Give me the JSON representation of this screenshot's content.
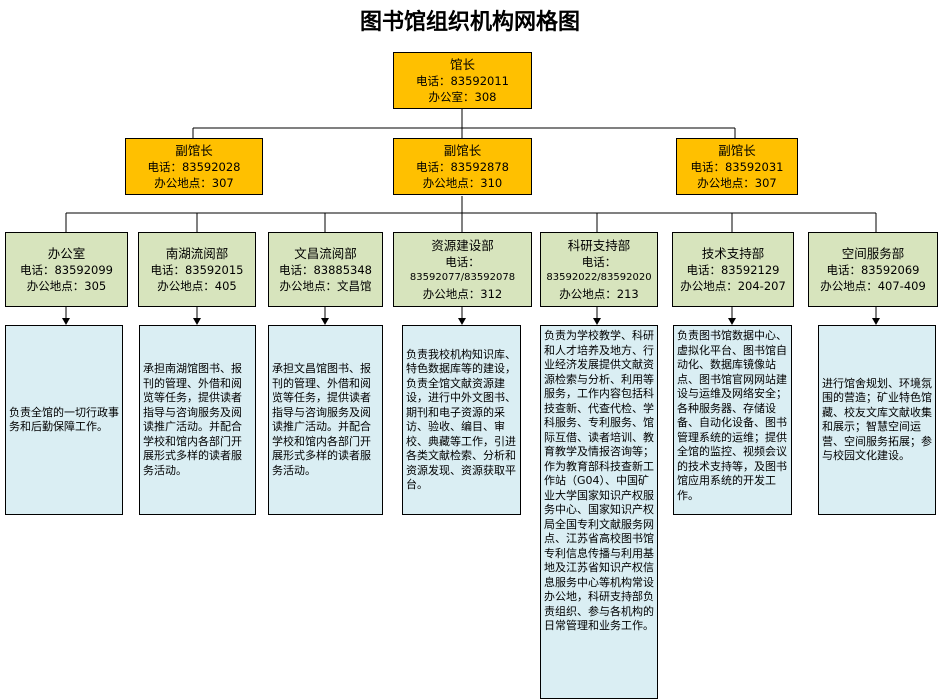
{
  "title": "图书馆组织机构网格图",
  "director": {
    "name": "馆长",
    "phone": "电话：83592011",
    "office": "办公室：308"
  },
  "deputies": [
    {
      "name": "副馆长",
      "phone": "电话：83592028",
      "office": "办公地点：307"
    },
    {
      "name": "副馆长",
      "phone": "电话：83592878",
      "office": "办公地点：310"
    },
    {
      "name": "副馆长",
      "phone": "电话：83592031",
      "office": "办公地点：307"
    }
  ],
  "departments": [
    {
      "name": "办公室",
      "phone": "电话：83592099",
      "office": "办公地点：305",
      "desc": "负责全馆的一切行政事务和后勤保障工作。"
    },
    {
      "name": "南湖流阅部",
      "phone": "电话：83592015",
      "office": "办公地点：405",
      "desc": "承担南湖馆图书、报刊的管理、外借和阅览等任务，提供读者指导与咨询服务及阅读推广活动。并配合学校和馆内各部门开展形式多样的读者服务活动。"
    },
    {
      "name": "文昌流阅部",
      "phone": "电话：83885348",
      "office": "办公地点：文昌馆",
      "desc": "承担文昌馆图书、报刊的管理、外借和阅览等任务，提供读者指导与咨询服务及阅读推广活动。并配合学校和馆内各部门开展形式多样的读者服务活动。"
    },
    {
      "name": "资源建设部",
      "phone": "电话：",
      "phone2": "83592077/83592078",
      "office": "办公地点：312",
      "desc": "负责我校机构知识库、特色数据库等的建设，负责全馆文献资源建设，进行中外文图书、期刊和电子资源的采访、验收、编目、审校、典藏等工作，引进各类文献检索、分析和资源发现、资源获取平台。"
    },
    {
      "name": "科研支持部",
      "phone": "电话：",
      "phone2": "83592022/83592020",
      "office": "办公地点：213",
      "desc": "负责为学校教学、科研和人才培养及地方、行业经济发展提供文献资源检索与分析、利用等服务，工作内容包括科技查新、代查代检、学科服务、专利服务、馆际互借、读者培训、教育教学及情报咨询等；作为教育部科技查新工作站（G04）、中国矿业大学国家知识产权服务中心、国家知识产权局全国专利文献服务网点、江苏省高校图书馆专利信息传播与利用基地及江苏省知识产权信息服务中心等机构常设办公地，科研支持部负责组织、参与各机构的日常管理和业务工作。"
    },
    {
      "name": "技术支持部",
      "phone": "电话：83592129",
      "office": "办公地点：204-207",
      "desc": "负责图书馆数据中心、虚拟化平台、图书馆自动化、数据库镜像站点、图书馆官网网站建设与运维及网络安全；各种服务器、存储设备、自动化设备、图书管理系统的运维；提供全馆的监控、视频会议的技术支持等，及图书馆应用系统的开发工作。"
    },
    {
      "name": "空间服务部",
      "phone": "电话：83592069",
      "office": "办公地点：407-409",
      "desc": "进行馆舍规划、环境氛围的营造；矿业特色馆藏、校友文库文献收集和展示；智慧空间运营、空间服务拓展；参与校园文化建设。"
    }
  ]
}
